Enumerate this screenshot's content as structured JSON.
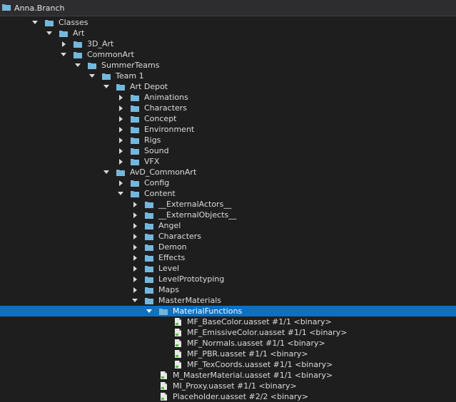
{
  "window": {
    "title": "Anna.Branch"
  },
  "colors": {
    "folder": "#74b7dd",
    "selection": "#0e70c0",
    "file": "#e8e8e8",
    "file_accent": "#5fbf4a"
  },
  "tree": [
    {
      "label": "Classes",
      "depth": 0,
      "toggle": "expanded",
      "icon": "folder-icon"
    },
    {
      "label": "Art",
      "depth": 1,
      "toggle": "expanded",
      "icon": "folder-icon"
    },
    {
      "label": "3D_Art",
      "depth": 2,
      "toggle": "collapsed",
      "icon": "folder-icon"
    },
    {
      "label": "CommonArt",
      "depth": 2,
      "toggle": "expanded",
      "icon": "folder-icon"
    },
    {
      "label": "SummerTeams",
      "depth": 3,
      "toggle": "expanded",
      "icon": "folder-icon"
    },
    {
      "label": "Team 1",
      "depth": 4,
      "toggle": "expanded",
      "icon": "folder-icon"
    },
    {
      "label": "Art Depot",
      "depth": 5,
      "toggle": "expanded",
      "icon": "folder-icon"
    },
    {
      "label": "Animations",
      "depth": 6,
      "toggle": "collapsed",
      "icon": "folder-icon"
    },
    {
      "label": "Characters",
      "depth": 6,
      "toggle": "collapsed",
      "icon": "folder-icon"
    },
    {
      "label": "Concept",
      "depth": 6,
      "toggle": "collapsed",
      "icon": "folder-icon"
    },
    {
      "label": "Environment",
      "depth": 6,
      "toggle": "collapsed",
      "icon": "folder-icon"
    },
    {
      "label": "Rigs",
      "depth": 6,
      "toggle": "collapsed",
      "icon": "folder-icon"
    },
    {
      "label": "Sound",
      "depth": 6,
      "toggle": "collapsed",
      "icon": "folder-icon"
    },
    {
      "label": "VFX",
      "depth": 6,
      "toggle": "collapsed",
      "icon": "folder-icon"
    },
    {
      "label": "AvD_CommonArt",
      "depth": 5,
      "toggle": "expanded",
      "icon": "folder-icon"
    },
    {
      "label": "Config",
      "depth": 6,
      "toggle": "collapsed",
      "icon": "folder-icon"
    },
    {
      "label": "Content",
      "depth": 6,
      "toggle": "expanded",
      "icon": "folder-icon"
    },
    {
      "label": "__ExternalActors__",
      "depth": 7,
      "toggle": "collapsed",
      "icon": "folder-icon"
    },
    {
      "label": "__ExternalObjects__",
      "depth": 7,
      "toggle": "collapsed",
      "icon": "folder-icon"
    },
    {
      "label": "Angel",
      "depth": 7,
      "toggle": "collapsed",
      "icon": "folder-icon"
    },
    {
      "label": "Characters",
      "depth": 7,
      "toggle": "collapsed",
      "icon": "folder-icon"
    },
    {
      "label": "Demon",
      "depth": 7,
      "toggle": "collapsed",
      "icon": "folder-icon"
    },
    {
      "label": "Effects",
      "depth": 7,
      "toggle": "collapsed",
      "icon": "folder-icon"
    },
    {
      "label": "Level",
      "depth": 7,
      "toggle": "collapsed",
      "icon": "folder-icon"
    },
    {
      "label": "LevelPrototyping",
      "depth": 7,
      "toggle": "collapsed",
      "icon": "folder-icon"
    },
    {
      "label": "Maps",
      "depth": 7,
      "toggle": "collapsed",
      "icon": "folder-icon"
    },
    {
      "label": "MasterMaterials",
      "depth": 7,
      "toggle": "expanded",
      "icon": "folder-icon"
    },
    {
      "label": "MaterialFunctions",
      "depth": 8,
      "toggle": "expanded",
      "icon": "folder-icon",
      "selected": true
    },
    {
      "label": "MF_BaseColor.uasset #1/1 <binary>",
      "depth": 9,
      "toggle": "none",
      "icon": "file-icon"
    },
    {
      "label": "MF_EmissiveColor.uasset #1/1 <binary>",
      "depth": 9,
      "toggle": "none",
      "icon": "file-icon"
    },
    {
      "label": "MF_Normals.uasset #1/1 <binary>",
      "depth": 9,
      "toggle": "none",
      "icon": "file-icon"
    },
    {
      "label": "MF_PBR.uasset #1/1 <binary>",
      "depth": 9,
      "toggle": "none",
      "icon": "file-icon"
    },
    {
      "label": "MF_TexCoords.uasset #1/1 <binary>",
      "depth": 9,
      "toggle": "none",
      "icon": "file-icon"
    },
    {
      "label": "M_MasterMaterial.uasset #1/1 <binary>",
      "depth": 8,
      "toggle": "none",
      "icon": "file-icon"
    },
    {
      "label": "MI_Proxy.uasset #1/1 <binary>",
      "depth": 8,
      "toggle": "none",
      "icon": "file-icon"
    },
    {
      "label": "Placeholder.uasset #2/2 <binary>",
      "depth": 8,
      "toggle": "none",
      "icon": "file-icon"
    }
  ]
}
